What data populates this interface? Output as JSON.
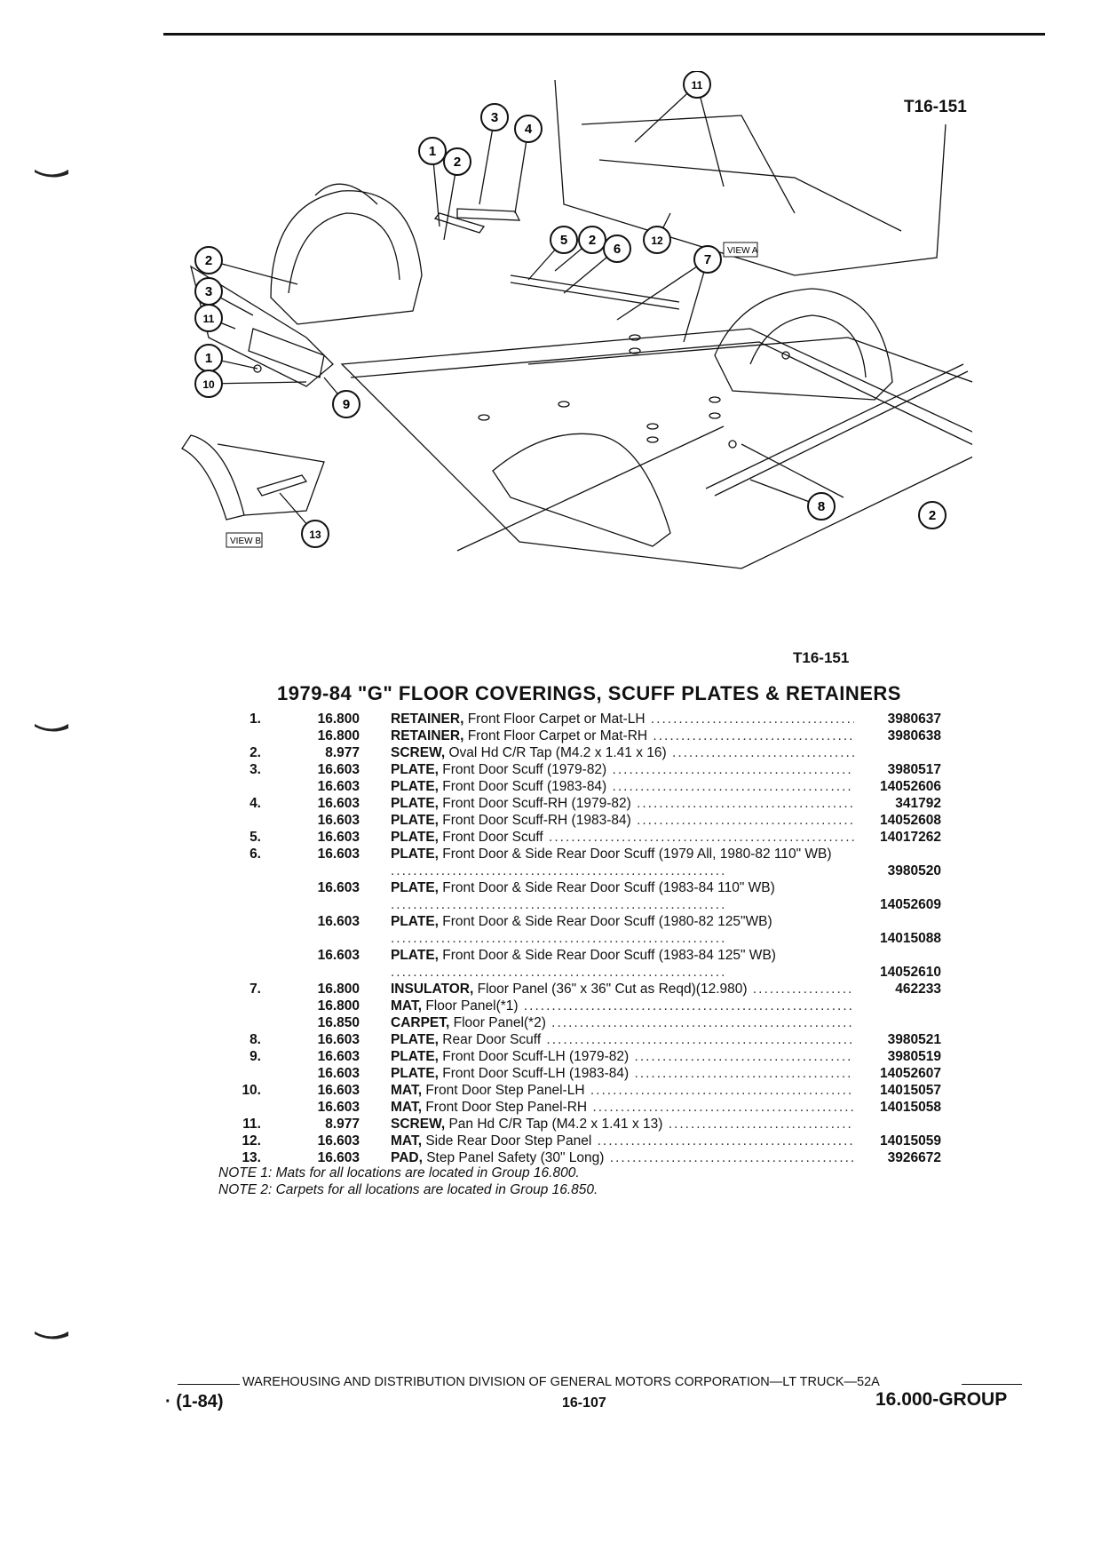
{
  "diagram": {
    "ref_top": "T16-151",
    "ref_bottom": "T16-151",
    "view_a_label": "VIEW A",
    "view_b_label": "VIEW B",
    "callouts": [
      "1",
      "2",
      "3",
      "4",
      "5",
      "6",
      "7",
      "8",
      "9",
      "10",
      "11",
      "12",
      "13"
    ]
  },
  "title": "1979-84 \"G\" FLOOR COVERINGS, SCUFF PLATES & RETAINERS",
  "parts": [
    {
      "num": "1.",
      "group": "16.800",
      "lead": "RETAINER,",
      "desc": " Front Floor Carpet or Mat-LH",
      "part": "3980637"
    },
    {
      "num": "",
      "group": "16.800",
      "lead": "RETAINER,",
      "desc": " Front Floor Carpet or Mat-RH",
      "part": "3980638"
    },
    {
      "num": "2.",
      "group": "8.977",
      "lead": "SCREW,",
      "desc": " Oval Hd C/R Tap (M4.2 x 1.41 x 16)",
      "part": ""
    },
    {
      "num": "3.",
      "group": "16.603",
      "lead": "PLATE,",
      "desc": " Front Door Scuff (1979-82)",
      "part": "3980517"
    },
    {
      "num": "",
      "group": "16.603",
      "lead": "PLATE,",
      "desc": " Front Door Scuff (1983-84)",
      "part": "14052606"
    },
    {
      "num": "4.",
      "group": "16.603",
      "lead": "PLATE,",
      "desc": " Front Door Scuff-RH (1979-82)",
      "part": "341792"
    },
    {
      "num": "",
      "group": "16.603",
      "lead": "PLATE,",
      "desc": " Front Door Scuff-RH (1983-84)",
      "part": "14052608"
    },
    {
      "num": "5.",
      "group": "16.603",
      "lead": "PLATE,",
      "desc": " Front Door Scuff",
      "part": "14017262"
    },
    {
      "num": "6.",
      "group": "16.603",
      "lead": "PLATE,",
      "desc": " Front Door & Side Rear Door Scuff (1979 All, 1980-82 110\" WB)",
      "part": "3980520",
      "tall": true
    },
    {
      "num": "",
      "group": "16.603",
      "lead": "PLATE,",
      "desc": " Front Door & Side Rear Door Scuff (1983-84 110\" WB)",
      "part": "14052609",
      "tall": true
    },
    {
      "num": "",
      "group": "16.603",
      "lead": "PLATE,",
      "desc": " Front Door & Side Rear Door Scuff (1980-82 125\"WB)",
      "part": "14015088",
      "tall": true
    },
    {
      "num": "",
      "group": "16.603",
      "lead": "PLATE,",
      "desc": " Front Door & Side Rear Door Scuff (1983-84 125\" WB)",
      "part": "14052610",
      "tall": true
    },
    {
      "num": "7.",
      "group": "16.800",
      "lead": "INSULATOR,",
      "desc": " Floor Panel (36\" x 36\" Cut as Reqd)(12.980)",
      "part": "462233"
    },
    {
      "num": "",
      "group": "16.800",
      "lead": "MAT,",
      "desc": " Floor Panel(*1)",
      "part": ""
    },
    {
      "num": "",
      "group": "16.850",
      "lead": "CARPET,",
      "desc": " Floor Panel(*2)",
      "part": ""
    },
    {
      "num": "8.",
      "group": "16.603",
      "lead": "PLATE,",
      "desc": " Rear Door Scuff",
      "part": "3980521"
    },
    {
      "num": "9.",
      "group": "16.603",
      "lead": "PLATE,",
      "desc": " Front Door Scuff-LH (1979-82)",
      "part": "3980519"
    },
    {
      "num": "",
      "group": "16.603",
      "lead": "PLATE,",
      "desc": " Front Door Scuff-LH (1983-84)",
      "part": "14052607"
    },
    {
      "num": "10.",
      "group": "16.603",
      "lead": "MAT,",
      "desc": " Front Door Step Panel-LH",
      "part": "14015057"
    },
    {
      "num": "",
      "group": "16.603",
      "lead": "MAT,",
      "desc": " Front Door Step Panel-RH",
      "part": "14015058"
    },
    {
      "num": "11.",
      "group": "8.977",
      "lead": "SCREW,",
      "desc": " Pan Hd C/R Tap (M4.2 x 1.41 x 13)",
      "part": ""
    },
    {
      "num": "12.",
      "group": "16.603",
      "lead": "MAT,",
      "desc": " Side Rear Door Step Panel",
      "part": "14015059"
    },
    {
      "num": "13.",
      "group": "16.603",
      "lead": "PAD,",
      "desc": " Step Panel Safety (30\" Long)",
      "part": "3926672"
    }
  ],
  "notes": [
    "NOTE 1: Mats for all locations are located in Group 16.800.",
    "NOTE 2: Carpets for all locations are located in Group 16.850."
  ],
  "footer": {
    "center": "WAREHOUSING AND DISTRIBUTION DIVISION OF GENERAL MOTORS CORPORATION—LT TRUCK—52A",
    "date": "· (1-84)",
    "page": "16-107",
    "group": "16.000-GROUP"
  }
}
